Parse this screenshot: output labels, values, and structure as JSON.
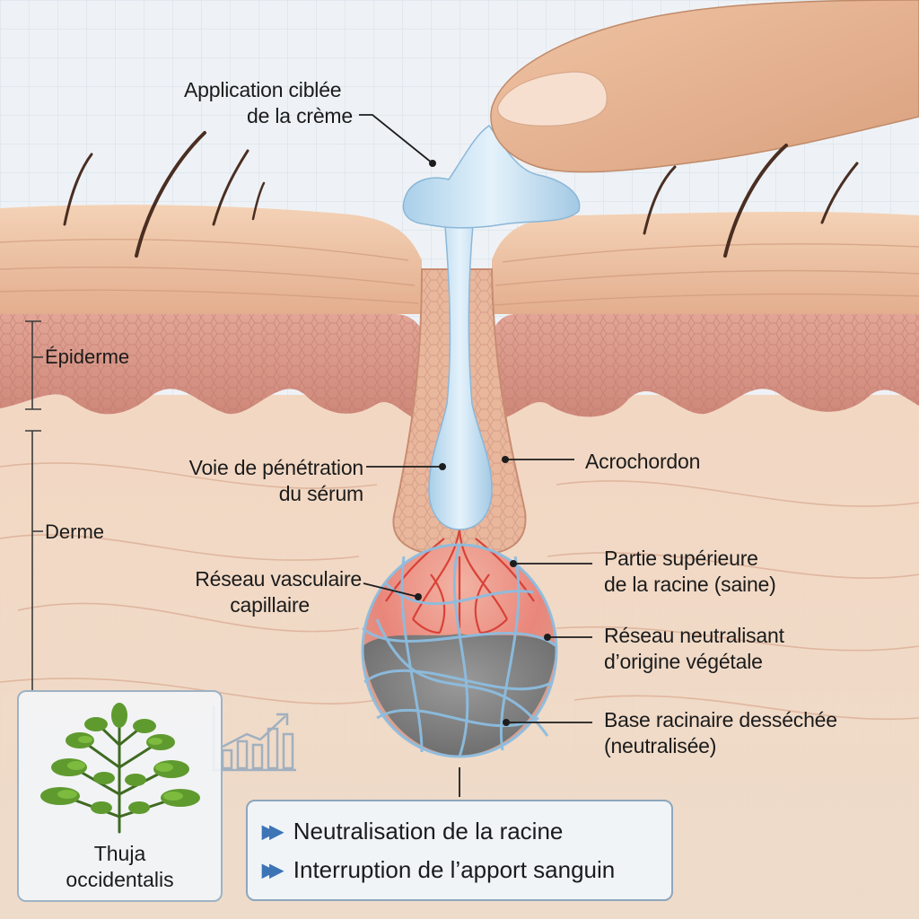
{
  "labels": {
    "cream": [
      "Application ciblée",
      "de la crème"
    ],
    "serum": [
      "Voie de pénétration",
      "du sérum"
    ],
    "vascular": [
      "Réseau vasculaire",
      "capillaire"
    ],
    "acrochordon": "Acrochordon",
    "upper_root": [
      "Partie supérieure",
      "de la racine (saine)"
    ],
    "neutral_net": [
      "Réseau neutralisant",
      "d’origine végétale"
    ],
    "base_root": [
      "Base racinaire desséchée",
      "(neutralisée)"
    ]
  },
  "layers": {
    "epidermis": "Épiderme",
    "dermis": "Derme"
  },
  "plant": {
    "name": [
      "Thuja",
      "occidentalis"
    ],
    "icon": "thuja-branch-icon"
  },
  "effects": [
    {
      "icon": "double-arrow-icon",
      "text": "Neutralisation de la racine"
    },
    {
      "icon": "double-arrow-icon",
      "text": "Interruption de l’apport sanguin"
    }
  ],
  "decor": {
    "chart_icon": "bar-chart-rising-icon"
  },
  "colors": {
    "skin_surface": "#efc5a5",
    "epidermis": "#d89a8c",
    "dermis": "#f1cfb4",
    "cream": "#bcdcf2",
    "vessels": "#d6382f",
    "net": "#8cbde0",
    "dry_base": "#7d7d7d",
    "accent_blue": "#3d74b6"
  }
}
